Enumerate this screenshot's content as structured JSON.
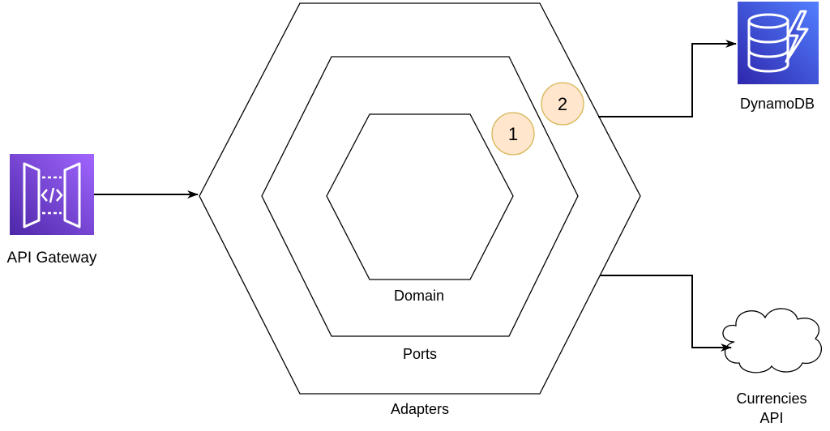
{
  "layers": {
    "adapters": "Adapters",
    "ports": "Ports",
    "domain": "Domain"
  },
  "badges": {
    "first": "1",
    "second": "2"
  },
  "services": {
    "api_gateway": "API Gateway",
    "dynamodb": "DynamoDB",
    "currencies_line1": "Currencies",
    "currencies_line2": "API"
  },
  "colors": {
    "api_gateway": "#8c4fff",
    "dynamodb": "#4d72f3",
    "badge_fill": "#ffe6cc",
    "badge_stroke": "#d6b656"
  },
  "icons": {
    "api_gateway": "api-gateway-icon",
    "dynamodb": "dynamodb-icon",
    "currencies": "cloud-icon"
  }
}
